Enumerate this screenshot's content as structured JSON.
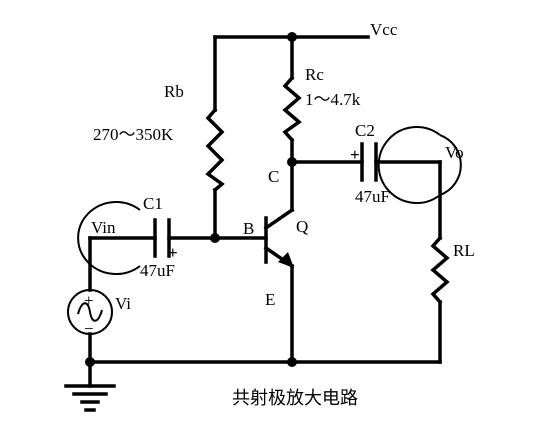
{
  "diagram": {
    "labels": {
      "vcc": "Vcc",
      "rb": "Rb",
      "rb_value": "270～350K",
      "rc": "Rc",
      "rc_value": "1～4.7k",
      "c2": "C2",
      "c2_value": "47uF",
      "vo": "Vo",
      "c_node": "C",
      "q": "Q",
      "b_node": "B",
      "c1": "C1",
      "c1_value": "47uF",
      "vin": "Vin",
      "vi": "Vi",
      "e_node": "E",
      "rl": "RL",
      "caption": "共射极放大电路"
    },
    "symbols": {
      "plus": "+",
      "minus": "−"
    }
  }
}
